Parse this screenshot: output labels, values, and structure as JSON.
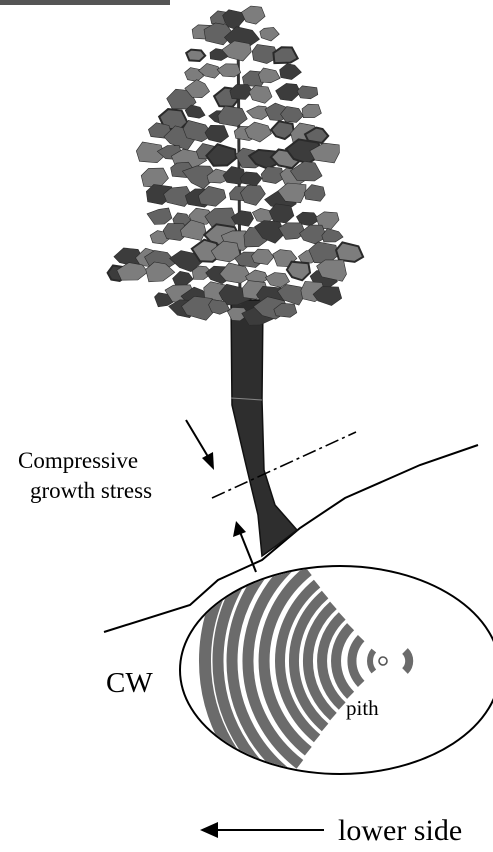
{
  "labels": {
    "stress_line1": "Compressive",
    "stress_line2": "growth stress",
    "cw": "CW",
    "pith": "pith",
    "lower_side": "lower side"
  },
  "colors": {
    "leaf_dark": "#3c3c3c",
    "leaf_mid": "#636363",
    "leaf_light": "#7d7d7d",
    "trunk": "#2e2e2e",
    "rings": "#6b6b6b",
    "line": "#000000"
  }
}
